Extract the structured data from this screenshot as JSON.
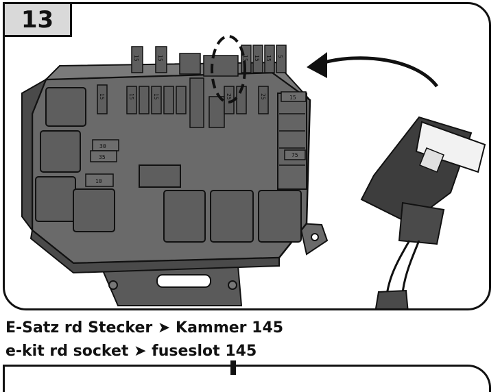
{
  "step": {
    "number": "13"
  },
  "fuse_labels": {
    "top_row": [
      "15",
      "15",
      "15",
      "15",
      "15",
      "5"
    ],
    "upper_mid": [
      "15",
      "15",
      "15",
      "25",
      "25"
    ],
    "left_stack": [
      "30",
      "35",
      "10"
    ],
    "right_side": [
      "15",
      "75"
    ]
  },
  "caption": {
    "de": {
      "from": "E-Satz rd Stecker",
      "arrow": "➤",
      "to": "Kammer 145"
    },
    "en": {
      "from": "e-kit rd socket",
      "arrow": "➤",
      "to": "fuseslot 145"
    }
  },
  "colors": {
    "box_body": "#6a6a6a",
    "box_shadow": "#4a4a4a",
    "relay": "#5e5e5e",
    "badge_bg": "#d9d9d9",
    "outline": "#111111",
    "connector_white": "#f2f2f2"
  }
}
